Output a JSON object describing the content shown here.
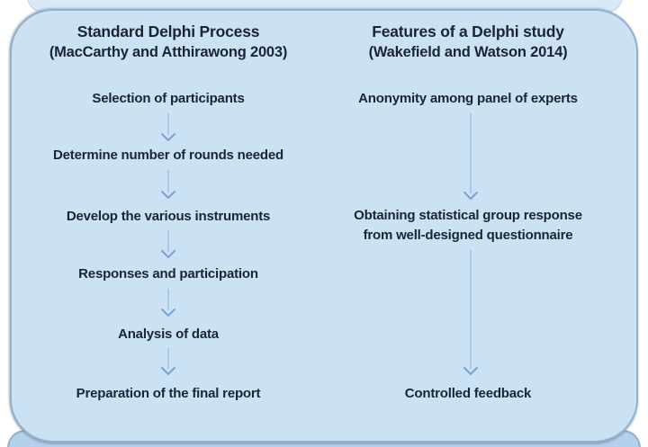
{
  "diagram": {
    "left_column": {
      "title": "Standard Delphi Process",
      "subtitle": "(MacCarthy and Atthirawong 2003)",
      "steps": [
        "Selection of participants",
        "Determine number of rounds needed",
        "Develop the various instruments",
        "Responses and participation",
        "Analysis of data",
        "Preparation of the final report"
      ]
    },
    "right_column": {
      "title": "Features of a Delphi study",
      "subtitle": "(Wakefield and Watson 2014)",
      "steps": [
        "Anonymity among panel of experts",
        "Obtaining statistical group response from well-designed questionnaire",
        "Controlled feedback"
      ]
    }
  },
  "colors": {
    "panel-fill": "#cbe2f5",
    "panel-border": "#96b0c8",
    "sliver-top-fill": "#d9e9f8",
    "sliver-top-border": "#bad3ea",
    "sliver-bottom-fill": "#b4d0ea",
    "sliver-bottom-border": "#8fb2d4",
    "text": "#1b2531",
    "arrow-stem": "#a9c9e8",
    "arrow-head": "#76a3d6"
  }
}
